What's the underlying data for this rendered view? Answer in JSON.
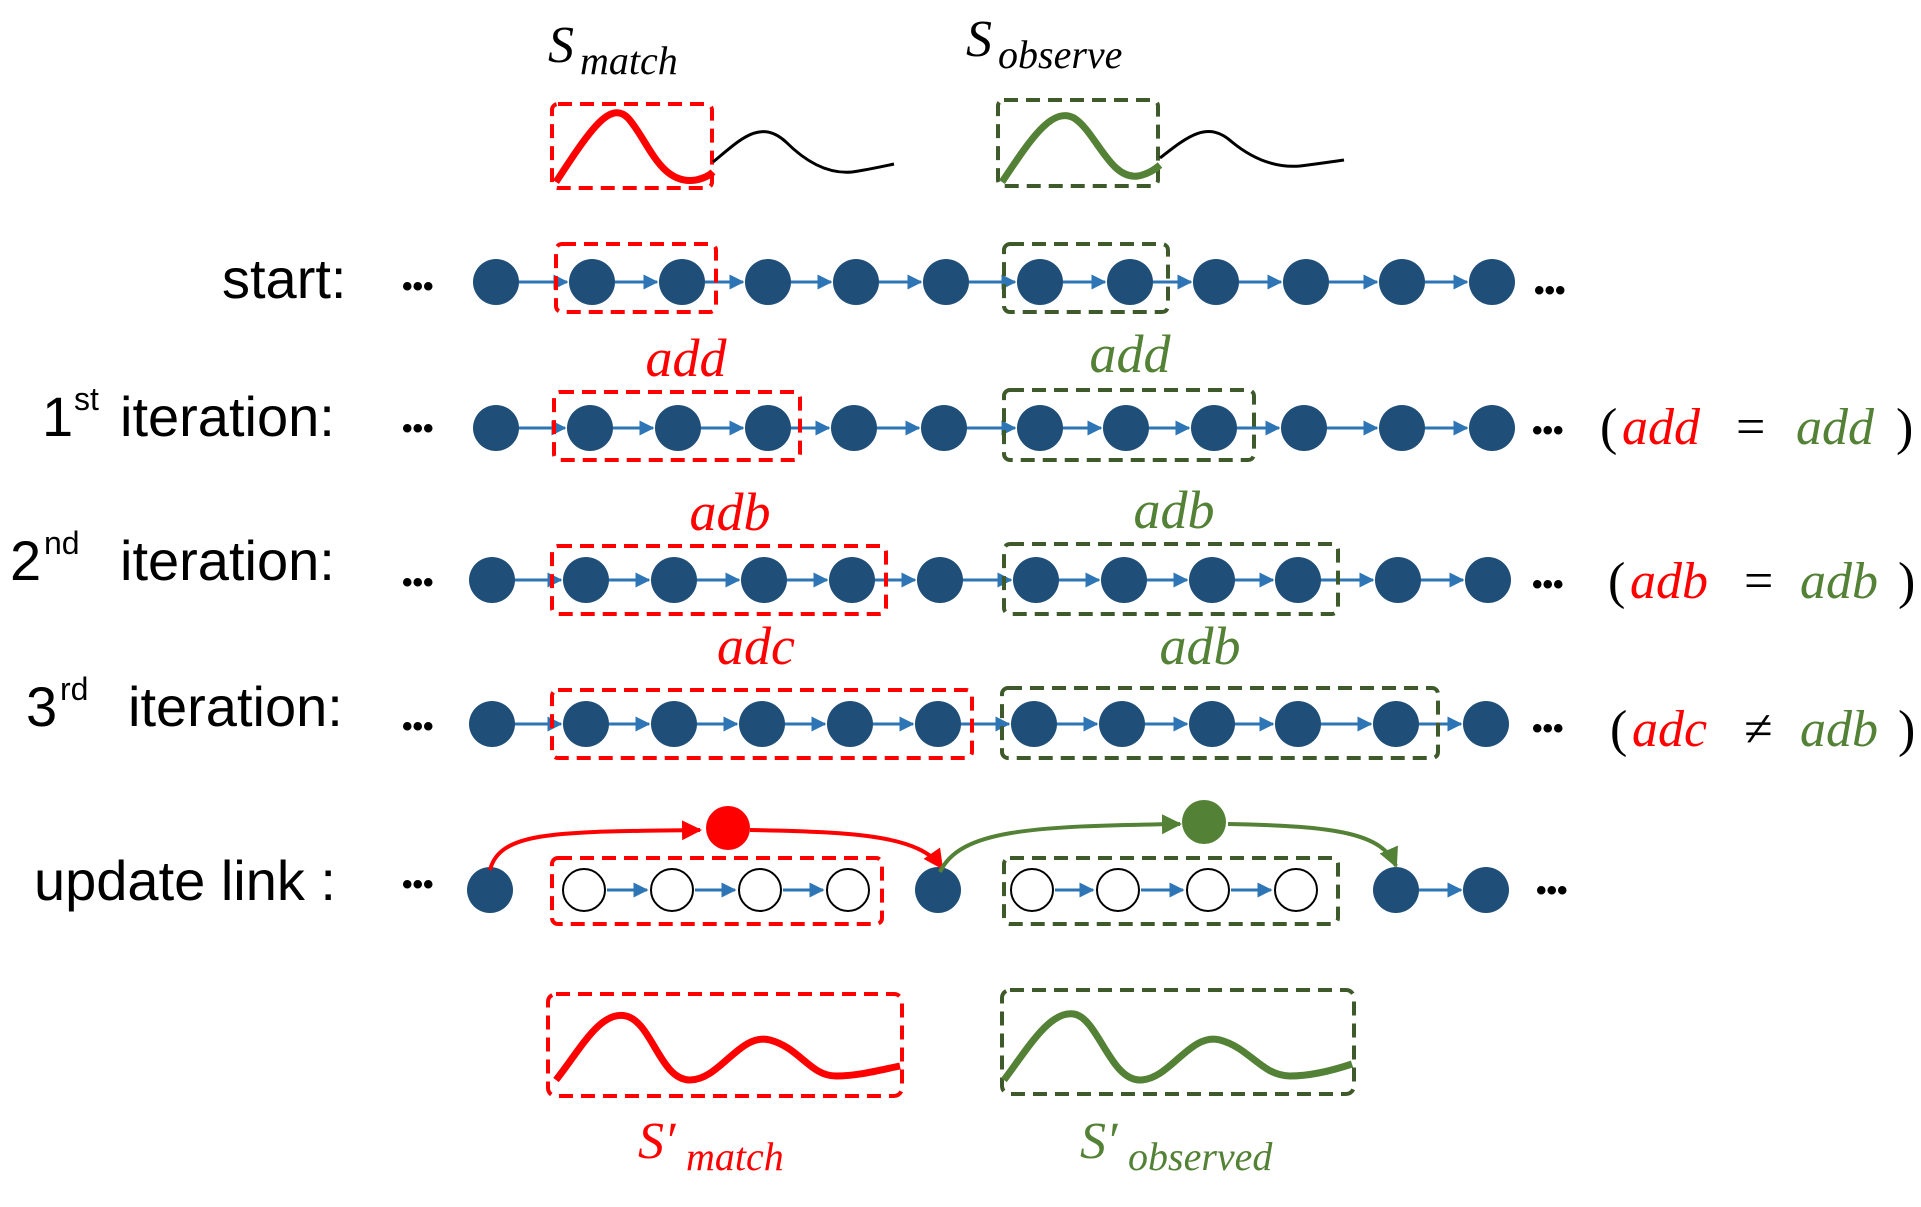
{
  "colors": {
    "match": "#ff0000",
    "observe": "#538135",
    "observe_dark": "#3e5a2a",
    "node": "#1f4e79",
    "link": "#2e75b6",
    "text": "#000000"
  },
  "top_labels": {
    "s_match": {
      "base": "S",
      "sub": "match"
    },
    "s_observe": {
      "base": "S",
      "sub": "observe"
    }
  },
  "rows": [
    {
      "label": "start:",
      "ordinal": "",
      "ordinal_sup": ""
    },
    {
      "label": "iteration:",
      "ordinal": "1",
      "ordinal_sup": "st",
      "match_word": "add",
      "observe_word": "add",
      "relation": "="
    },
    {
      "label": "iteration:",
      "ordinal": "2",
      "ordinal_sup": "nd",
      "match_word": "adb",
      "observe_word": "adb",
      "relation": "="
    },
    {
      "label": "iteration:",
      "ordinal": "3",
      "ordinal_sup": "rd",
      "match_word": "adc",
      "observe_word": "adb",
      "relation": "≠"
    },
    {
      "label": "update link :",
      "ordinal": "",
      "ordinal_sup": ""
    }
  ],
  "ellipsis": "•••",
  "paren_open": "(",
  "paren_close": ")",
  "bottom_labels": {
    "s_match_prime": {
      "base": "S′",
      "sub": "match"
    },
    "s_observed_prime": {
      "base": "S′",
      "sub": "observed"
    }
  }
}
